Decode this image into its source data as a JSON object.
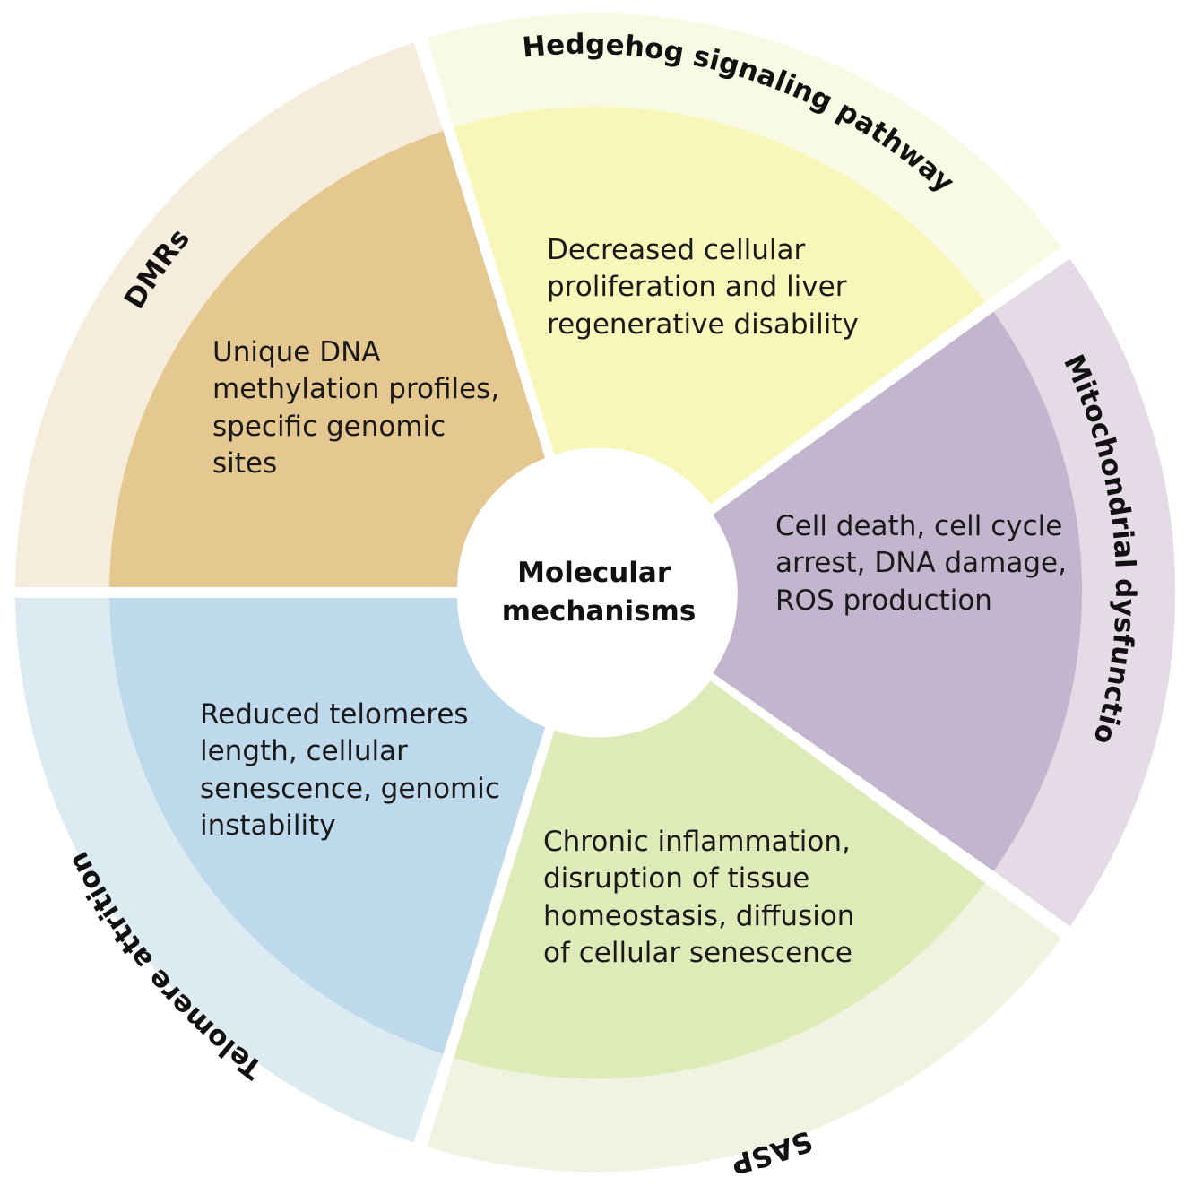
{
  "center": {
    "line1": "Molecular",
    "line2": "mechanisms"
  },
  "segments": [
    {
      "id": "hedgehog",
      "ring_label": "Hedgehog signaling pathway",
      "inner_lines": [
        "Decreased cellular",
        "proliferation and liver",
        "regenerative disability"
      ],
      "inner_color": "#f8f6b8",
      "outer_color": "#f9fae3"
    },
    {
      "id": "mito",
      "ring_label": "Mitochondrial dysfunction",
      "inner_lines": [
        "Cell death, cell cycle",
        "arrest, DNA damage,",
        "ROS production"
      ],
      "inner_color": "#c3b5cd",
      "outer_color": "#e5dbe6"
    },
    {
      "id": "sasp",
      "ring_label": "SASP",
      "inner_lines": [
        "Chronic inflammation,",
        "disruption of tissue",
        "homeostasis, diffusion",
        "of cellular senescence"
      ],
      "inner_color": "#dfeab9",
      "outer_color": "#eef4df"
    },
    {
      "id": "telomere",
      "ring_label": "Telomere attrition",
      "inner_lines": [
        "Reduced telomeres",
        "length, cellular",
        "senescence, genomic",
        "instability"
      ],
      "inner_color": "#bfd9ec",
      "outer_color": "#dbebf1"
    },
    {
      "id": "dmrs",
      "ring_label": "DMRs",
      "inner_lines": [
        "Unique DNA",
        "methylation profiles,",
        "specific genomic",
        "sites"
      ],
      "inner_color": "#e4c890",
      "outer_color": "#f5ecdb"
    }
  ]
}
